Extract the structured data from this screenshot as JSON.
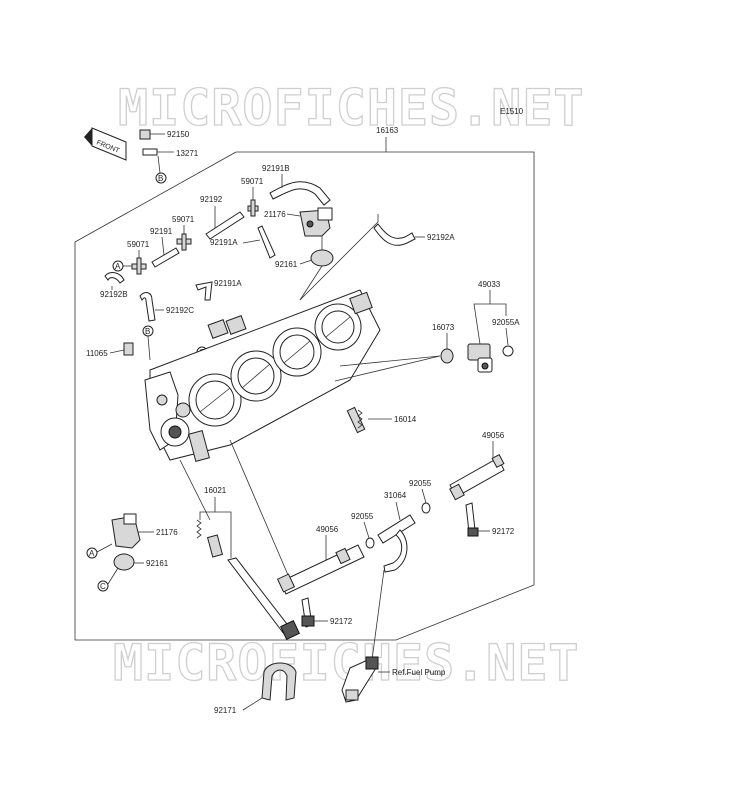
{
  "diagram": {
    "code": "E1510",
    "watermark_top": "MICROFICHES.NET",
    "watermark_bottom": "MICROFICHES.NET",
    "front_label": "FRONT",
    "ref_note": "Ref.Fuel Pump",
    "markers": [
      "A",
      "B",
      "C"
    ],
    "parts": {
      "p16163": "16163",
      "p92150": "92150",
      "p13271": "13271",
      "p92191B": "92191B",
      "p59071a": "59071",
      "p92192": "92192",
      "p21176a": "21176",
      "p59071b": "59071",
      "p92191": "92191",
      "p92191A_a": "92191A",
      "p92192A": "92192A",
      "p59071c": "59071",
      "p92161a": "92161",
      "p92191A_b": "92191A",
      "p92192B": "92192B",
      "p92192C": "92192C",
      "p49033": "49033",
      "p16073": "16073",
      "p92055A": "92055A",
      "p11065": "11065",
      "p16014": "16014",
      "p49056a": "49056",
      "p16021": "16021",
      "p92055a": "92055",
      "p31064": "31064",
      "p92055b": "92055",
      "p49056b": "49056",
      "p21176b": "21176",
      "p92172a": "92172",
      "p92161b": "92161",
      "p92172b": "92172",
      "p92171": "92171"
    }
  }
}
